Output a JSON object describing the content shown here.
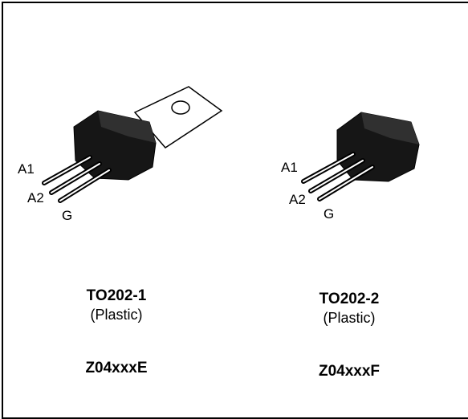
{
  "packages": [
    {
      "pins": {
        "a1": "A1",
        "a2": "A2",
        "g": "G"
      },
      "name": "TO202-1",
      "material": "(Plastic)",
      "code": "Z04xxxE"
    },
    {
      "pins": {
        "a1": "A1",
        "a2": "A2",
        "g": "G"
      },
      "name": "TO202-2",
      "material": "(Plastic)",
      "code": "Z04xxxF"
    }
  ]
}
